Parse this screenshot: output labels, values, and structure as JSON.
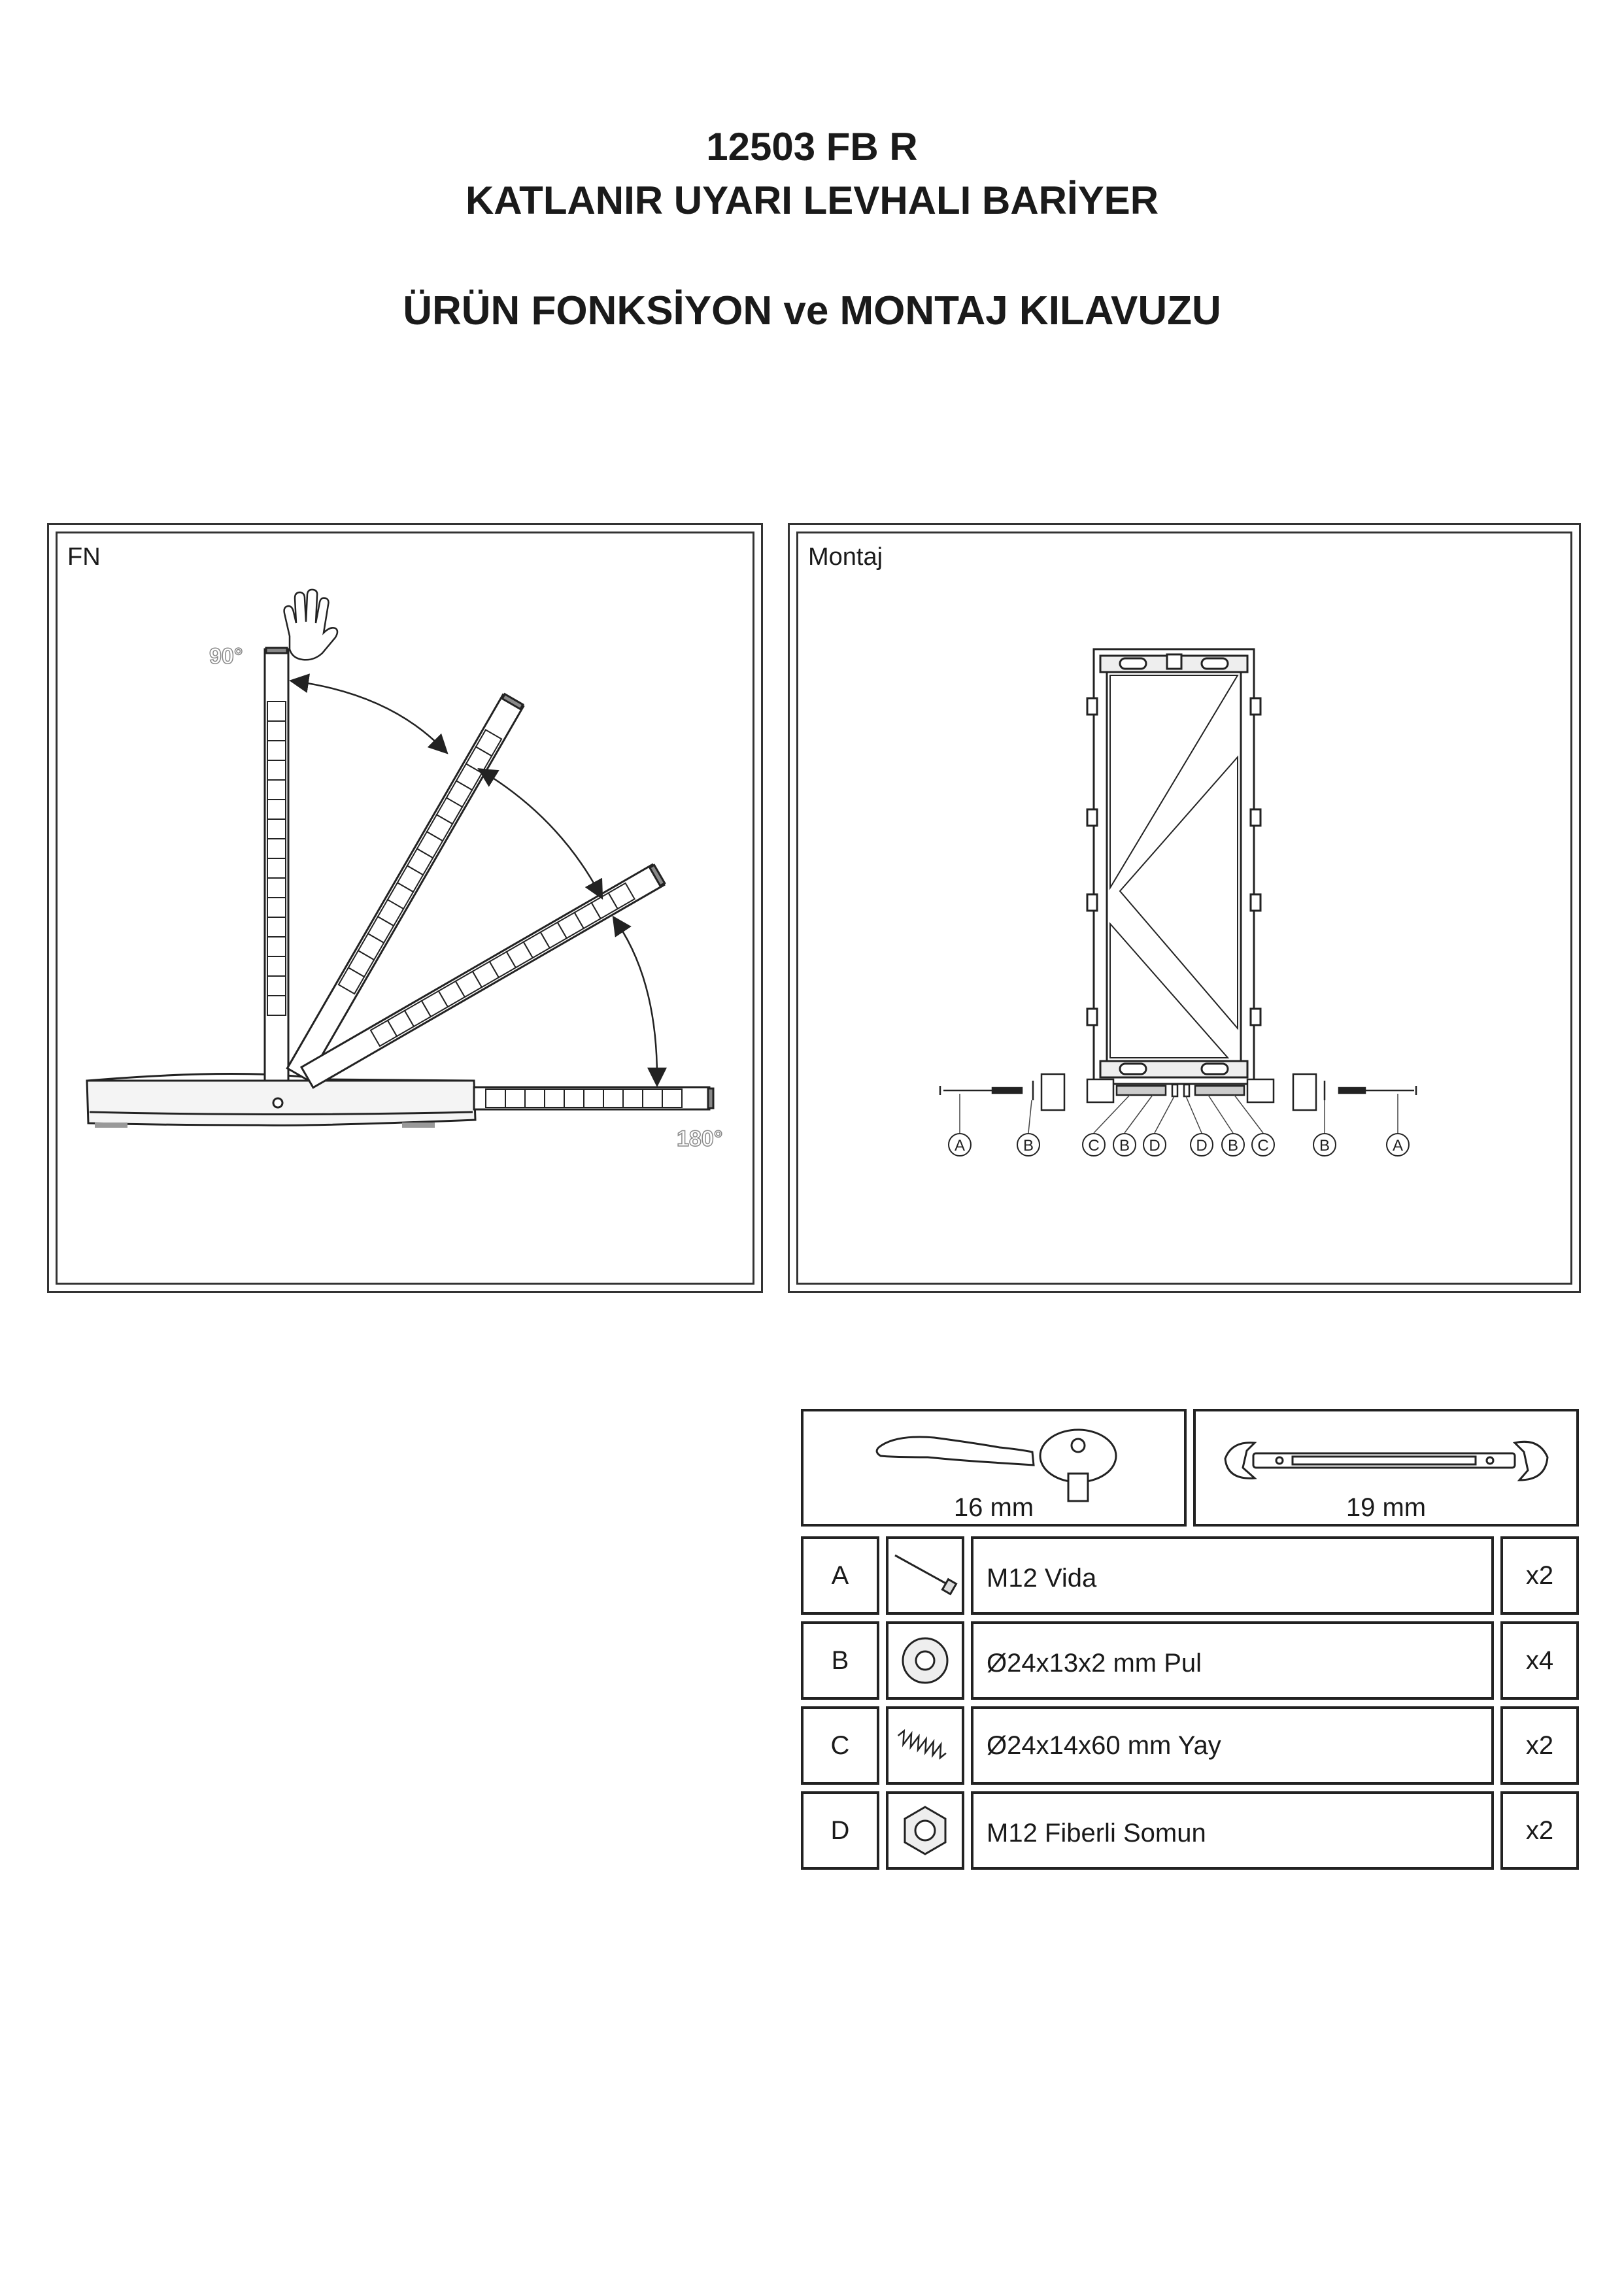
{
  "header": {
    "model": "12503 FB R",
    "product_name": "KATLANIR UYARI LEVHALI BARİYER",
    "guide_title": "ÜRÜN FONKSİYON ve MONTAJ KILAVUZU"
  },
  "fn_panel": {
    "label": "FN",
    "angle_start": "90°",
    "angle_end": "180°"
  },
  "montaj_panel": {
    "label": "Montaj",
    "callouts": [
      "A",
      "B",
      "C",
      "B",
      "D",
      "D",
      "B",
      "C",
      "B",
      "A"
    ]
  },
  "tools": [
    {
      "icon": "ratchet-wrench-icon",
      "size": "16 mm"
    },
    {
      "icon": "open-end-wrench-icon",
      "size": "19 mm"
    }
  ],
  "parts": [
    {
      "code": "A",
      "icon": "bolt-icon",
      "description": "M12 Vida",
      "qty": "x2"
    },
    {
      "code": "B",
      "icon": "washer-icon",
      "description": "Ø24x13x2 mm Pul",
      "qty": "x4"
    },
    {
      "code": "C",
      "icon": "spring-icon",
      "description": "Ø24x14x60 mm Yay",
      "qty": "x2"
    },
    {
      "code": "D",
      "icon": "nut-icon",
      "description": "M12 Fiberli Somun",
      "qty": "x2"
    }
  ]
}
